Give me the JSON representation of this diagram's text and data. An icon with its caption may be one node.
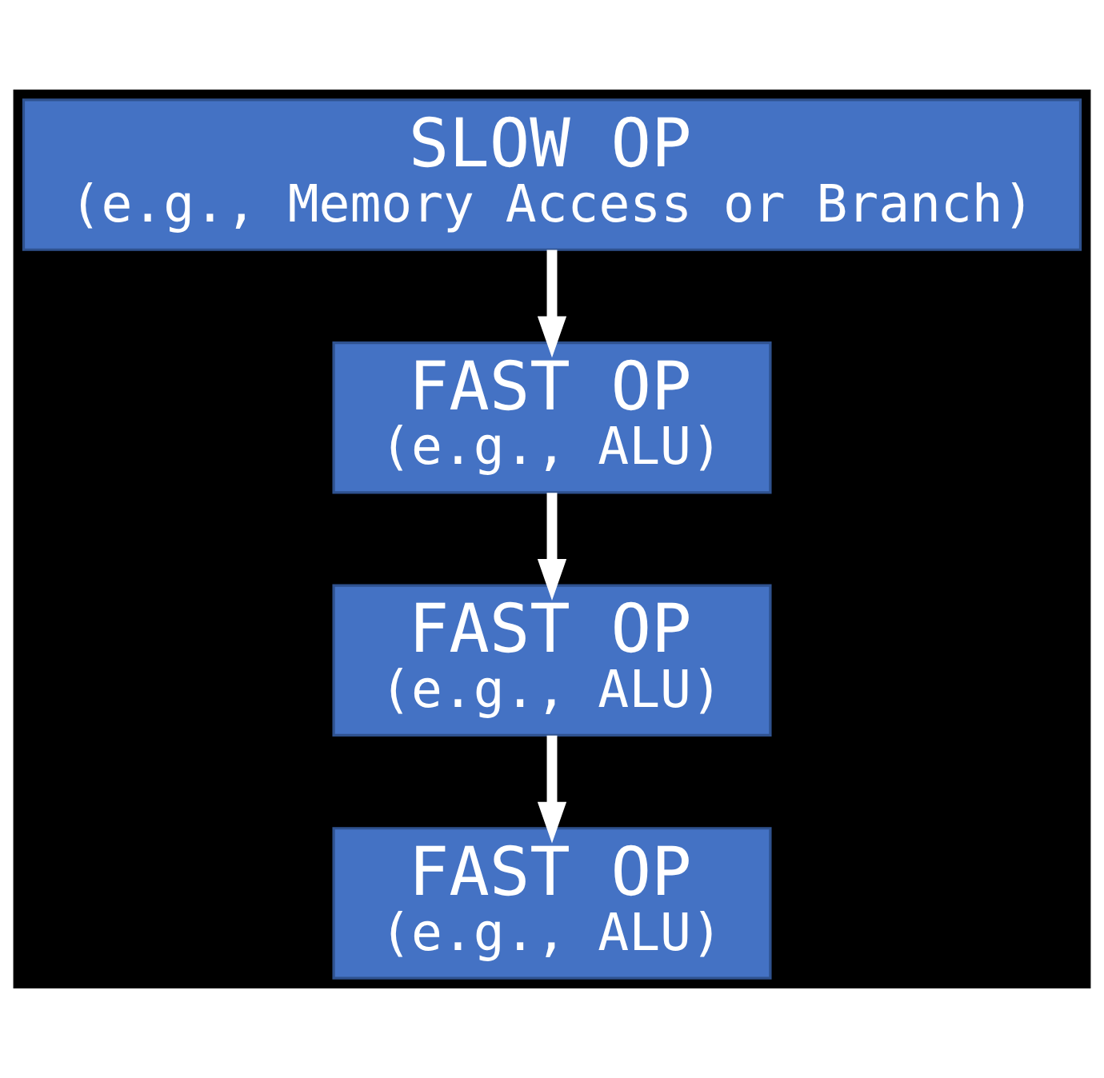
{
  "diagram": {
    "nodes": [
      {
        "text": [
          "SLOW OP",
          "(e.g., Memory Access or Branch)"
        ]
      },
      {
        "text": [
          "FAST OP",
          "(e.g., ALU)"
        ]
      },
      {
        "text": [
          "FAST OP",
          "(e.g., ALU)"
        ]
      },
      {
        "text": [
          "FAST OP",
          "(e.g., ALU)"
        ]
      }
    ],
    "edges": [
      {
        "from": 0,
        "to": 1,
        "arrow": "to"
      },
      {
        "from": 1,
        "to": 2,
        "arrow": "to"
      },
      {
        "from": 2,
        "to": 3,
        "arrow": "to"
      }
    ]
  }
}
